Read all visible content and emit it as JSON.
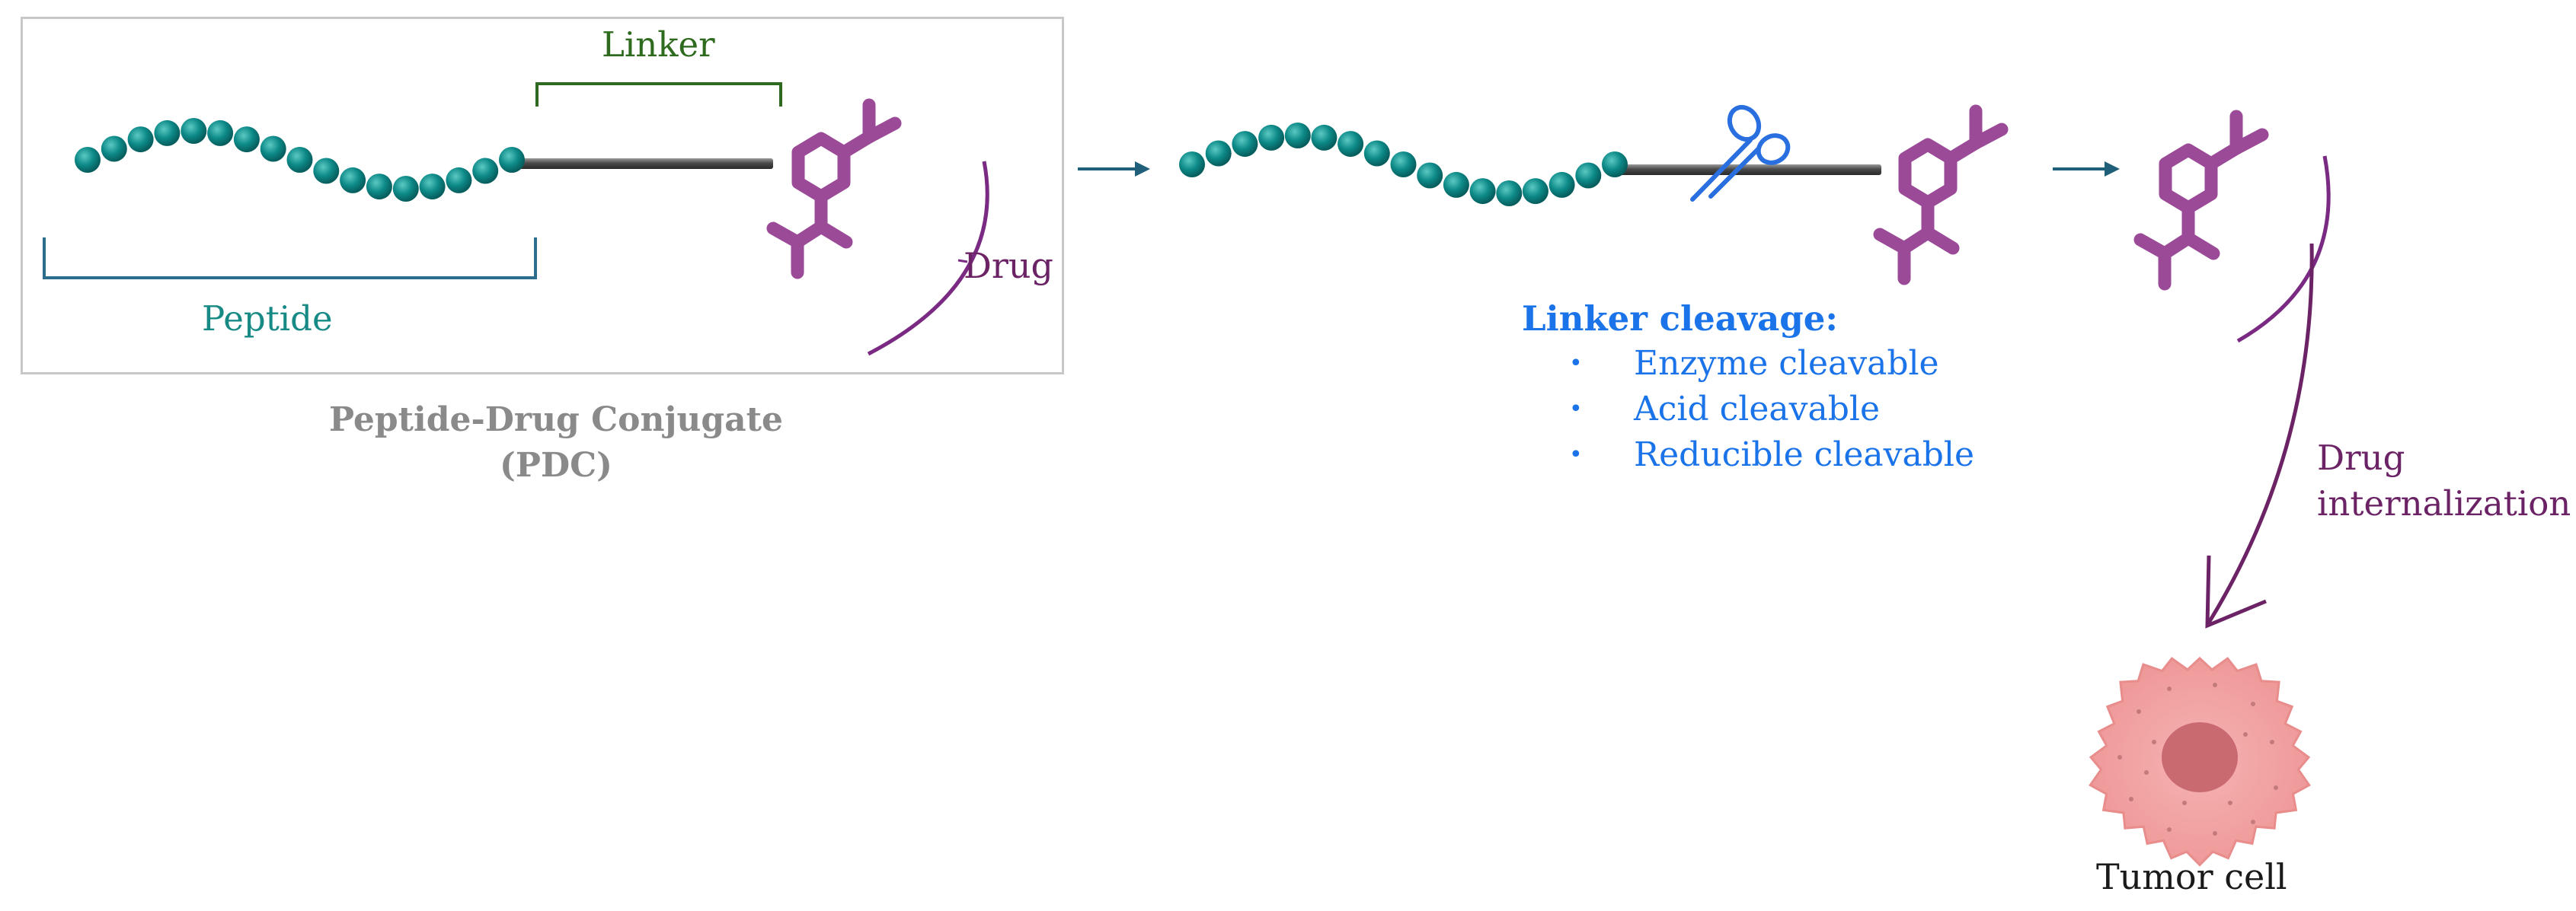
{
  "pdc_panel": {
    "linker_label": "Linker",
    "peptide_label": "Peptide",
    "drug_label": "Drug",
    "title_line1": "Peptide-Drug Conjugate",
    "title_line2": "(PDC)"
  },
  "cleavage": {
    "title": "Linker cleavage:",
    "bullet": "•",
    "items": [
      "Enzyme cleavable",
      "Acid cleavable",
      "Reducible  cleavable"
    ]
  },
  "internalization": {
    "label_line1": "Drug",
    "label_line2": "internalization"
  },
  "tumor": {
    "label": "Tumor cell"
  },
  "icons": [
    "peptide-chain-icon",
    "linker-rod-icon",
    "drug-molecule-icon",
    "scissors-icon",
    "arrow-icon",
    "tumor-cell-icon"
  ],
  "colors": {
    "peptide": "#0d7b7b",
    "peptide_highlight": "#3fb3ae",
    "drug": "#9b4a98",
    "drug_arc": "#7a2a82",
    "linker_rod": "#555555",
    "linker_bracket": "#2e6b1e",
    "peptide_bracket": "#2c6d8c",
    "arrow": "#1f5f7a",
    "scissors": "#2a6fe0",
    "cleavage_text": "#1a73e8",
    "internalization": "#6b2366",
    "tumor_outer": "#f2a3a3",
    "tumor_nucleus": "#c96a70",
    "pdc_title": "#8a8a8a"
  }
}
